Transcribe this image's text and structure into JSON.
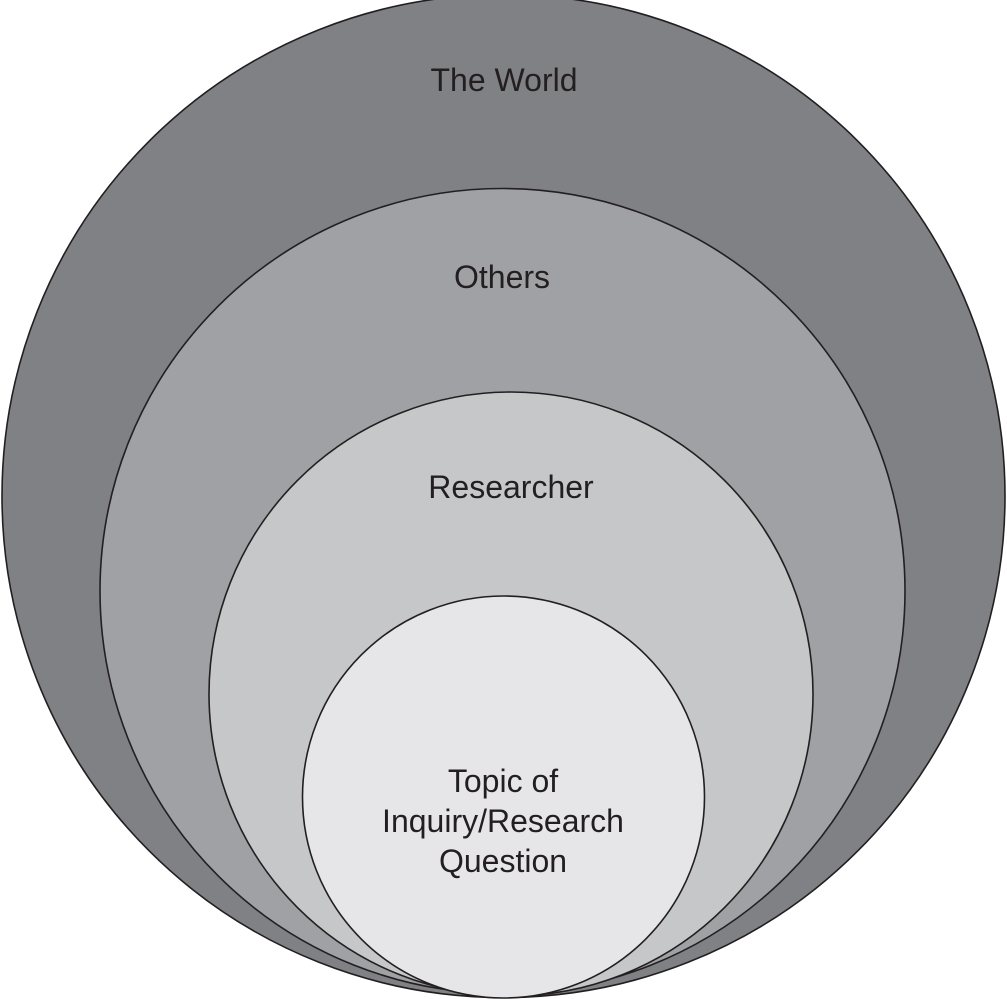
{
  "diagram": {
    "title": "Nested circles: The World, Others, Researcher, Topic of Inquiry",
    "circles": [
      {
        "id": "world",
        "label_lines": [
          "The World"
        ],
        "fill": "#808185"
      },
      {
        "id": "others",
        "label_lines": [
          "Others"
        ],
        "fill": "#a0a1a5"
      },
      {
        "id": "researcher",
        "label_lines": [
          "Researcher"
        ],
        "fill": "#c6c7c9"
      },
      {
        "id": "topic",
        "label_lines": [
          "Topic of",
          "Inquiry/Research",
          "Question"
        ],
        "fill": "#e6e6e8"
      }
    ],
    "stroke": "#231f20"
  }
}
